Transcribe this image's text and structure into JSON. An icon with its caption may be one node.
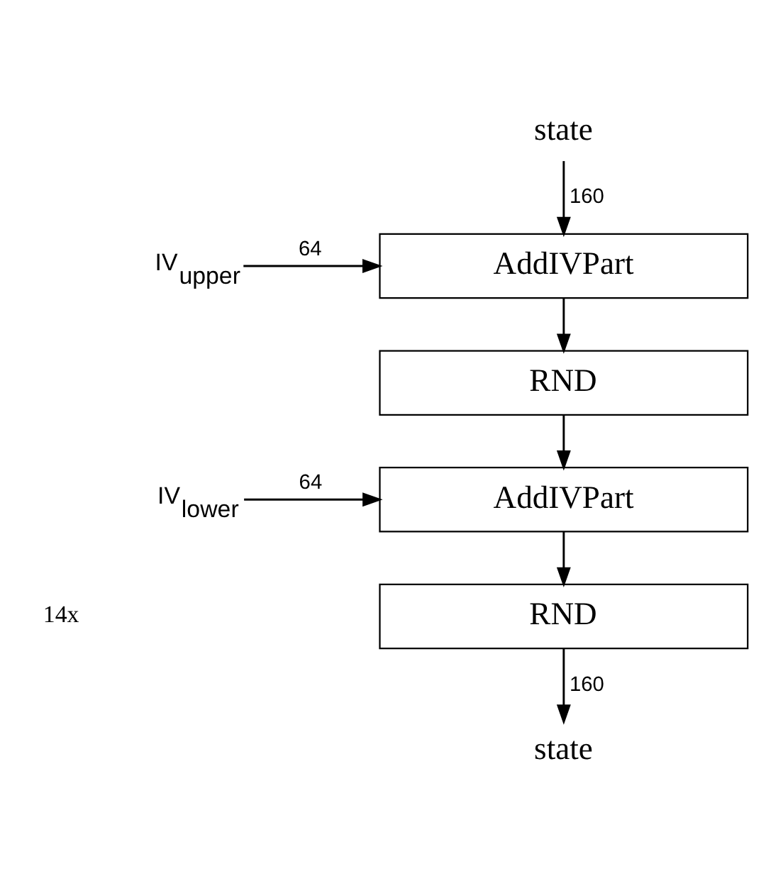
{
  "diagram": {
    "nodes": [
      {
        "text": [
          "state"
        ]
      },
      {
        "text": [
          "IV$_{upper}$"
        ]
      },
      {
        "text": [
          "AddIVPart"
        ]
      },
      {
        "text": [
          "RND"
        ]
      },
      {
        "text": [
          "IV$_{lower}$"
        ]
      },
      {
        "text": [
          "AddIVPart"
        ]
      },
      {
        "text": [
          "RND"
        ]
      },
      {
        "text": [
          "state"
        ]
      }
    ],
    "edges": [
      {
        "from": 0,
        "to": 2,
        "arrow": "to",
        "label": "160"
      },
      {
        "from": 1,
        "to": 2,
        "arrow": "to",
        "label": "64"
      },
      {
        "from": 2,
        "to": 3,
        "arrow": "to"
      },
      {
        "from": 3,
        "to": 5,
        "arrow": "to"
      },
      {
        "from": 4,
        "to": 5,
        "arrow": "to",
        "label": "64"
      },
      {
        "from": 5,
        "to": 6,
        "arrow": "to"
      },
      {
        "from": 6,
        "to": 7,
        "arrow": "to",
        "label": "160"
      }
    ],
    "labels": [
      "14x"
    ]
  }
}
